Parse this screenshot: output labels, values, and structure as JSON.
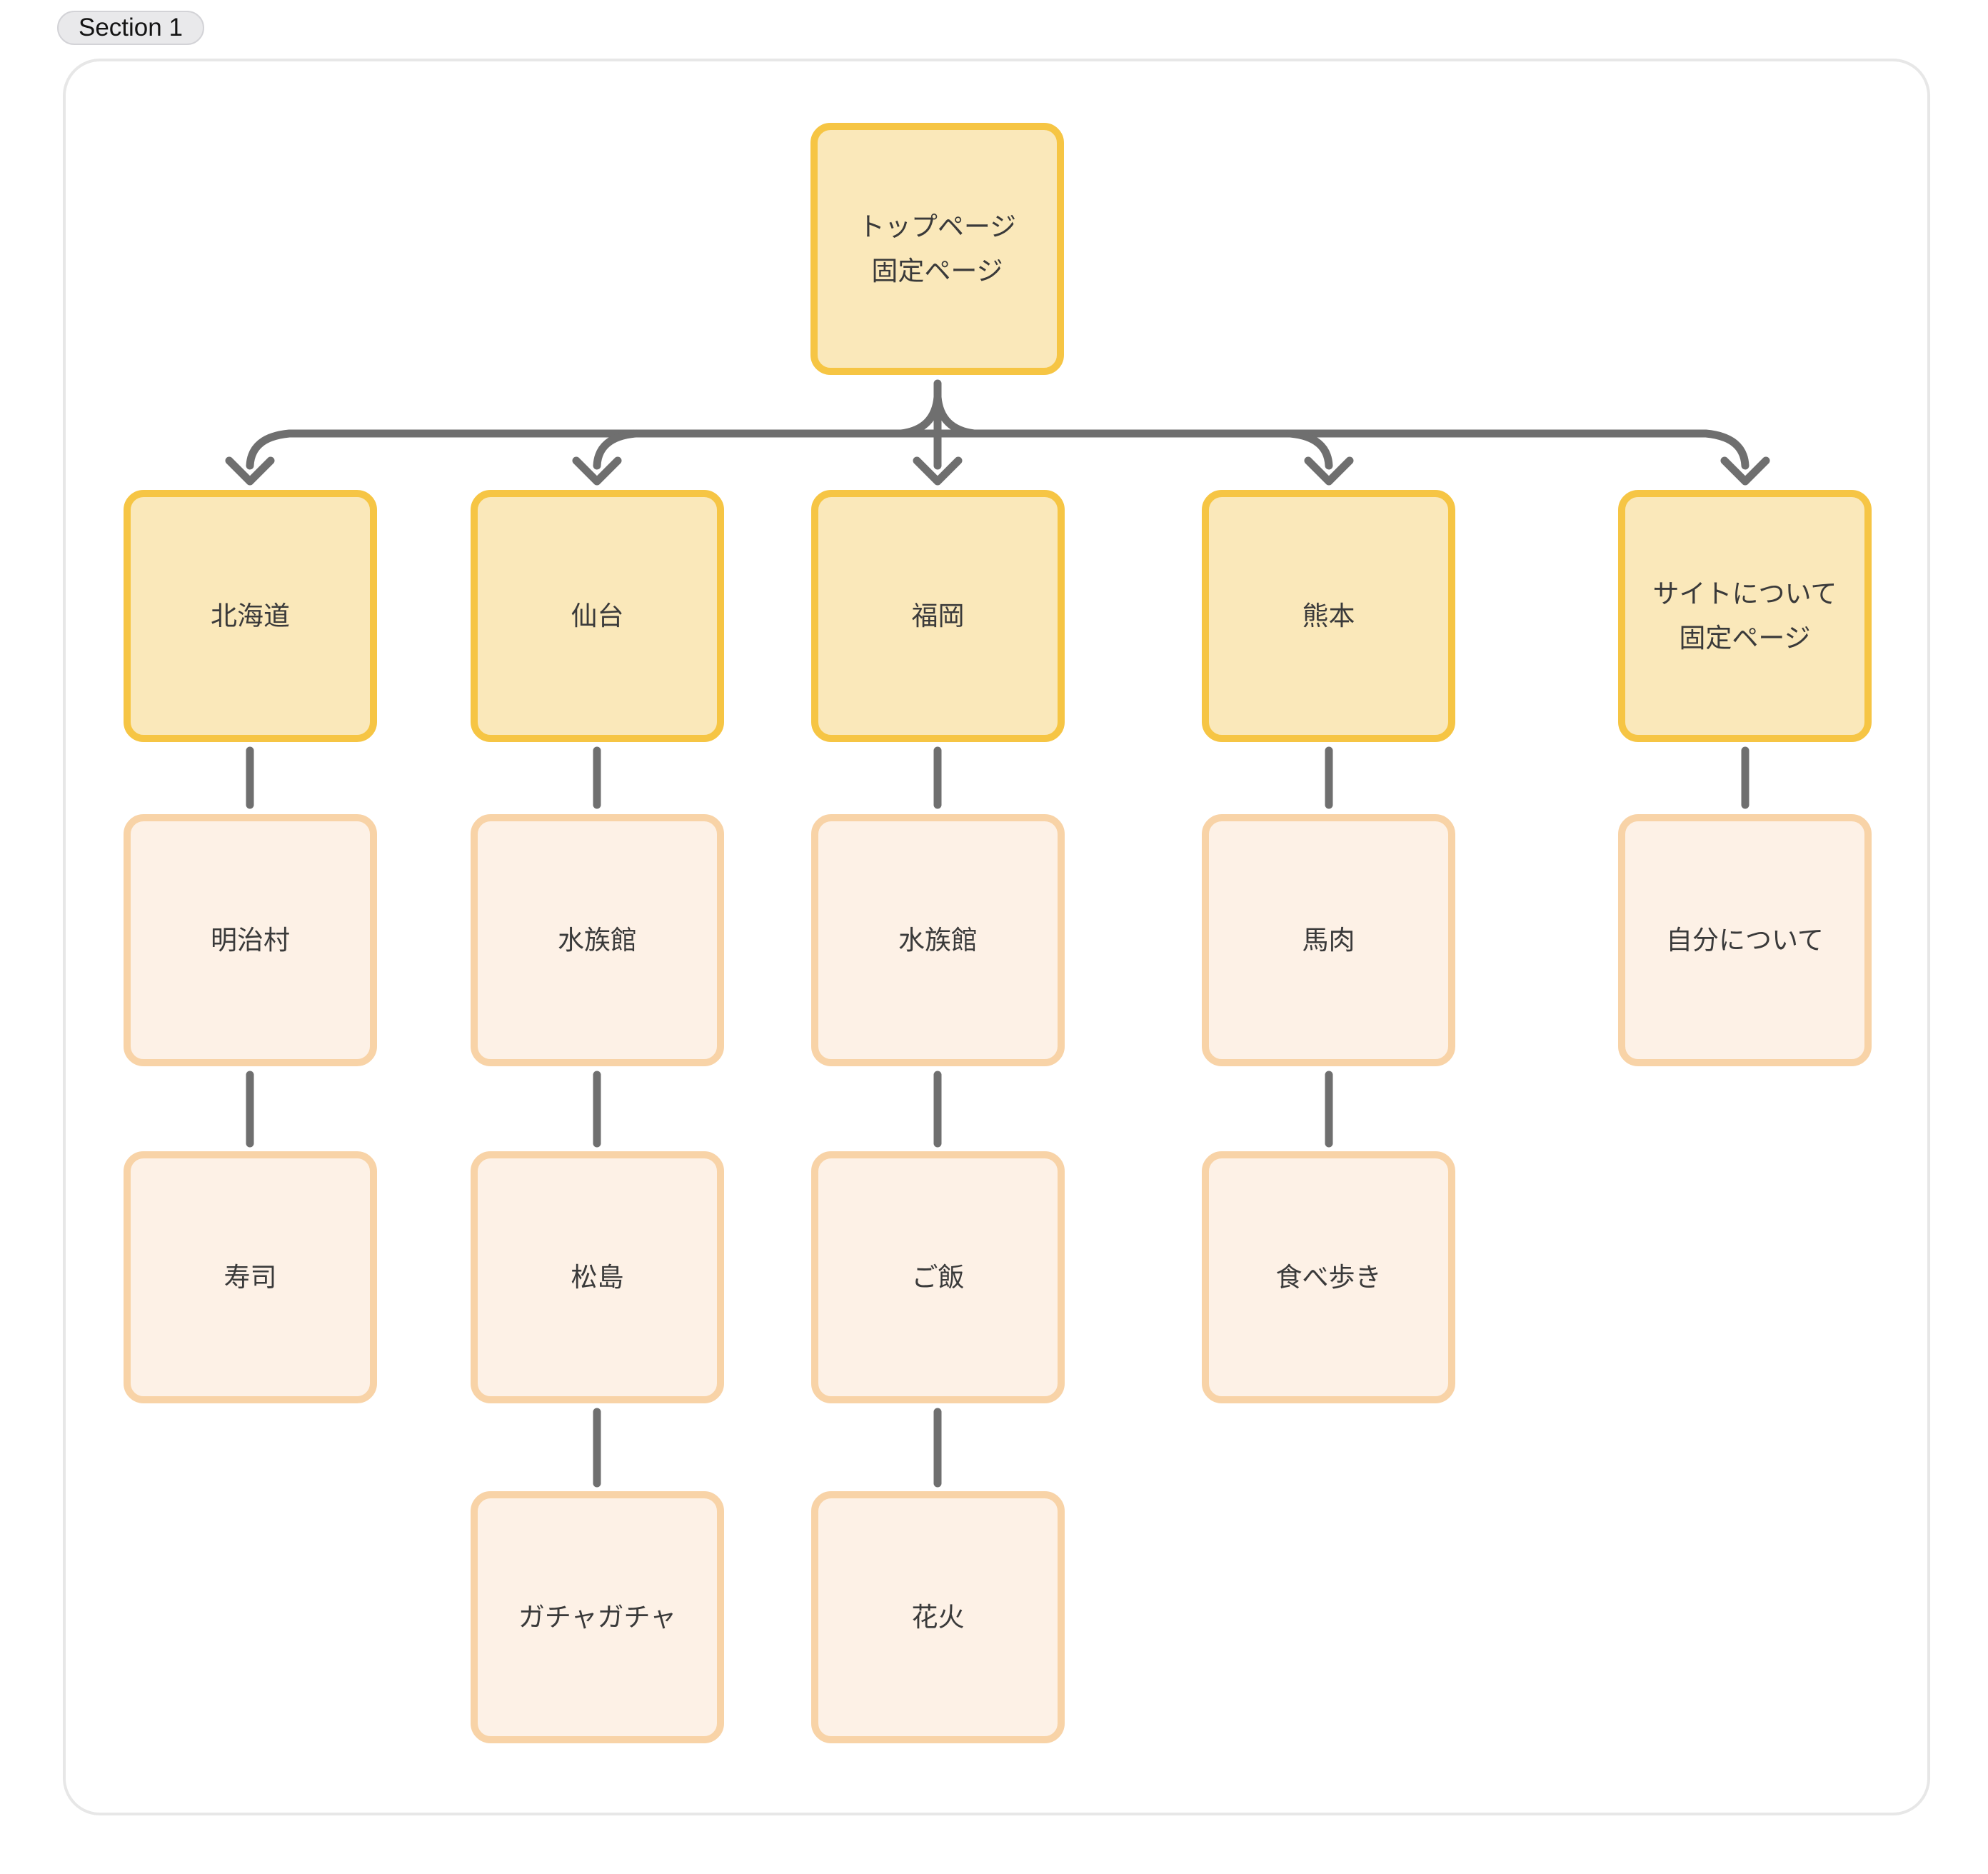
{
  "section": {
    "label": "Section 1"
  },
  "colors": {
    "yellow_fill": "#FAE8BA",
    "yellow_border": "#F6C544",
    "peach_fill": "#FDF1E6",
    "peach_border": "#F8D3A7",
    "line_gray": "#6F6F6F",
    "frame_border": "#E7E7E7",
    "pill_bg": "#E9E9EB",
    "pill_border": "#D3D3D7",
    "text": "#3A3A3A",
    "page_bg": "#FFFFFF"
  },
  "nodes": {
    "top": {
      "lines": [
        "トップページ",
        "固定ページ"
      ]
    },
    "hokkaido": {
      "label": "北海道"
    },
    "sendai": {
      "label": "仙台"
    },
    "fukuoka": {
      "label": "福岡"
    },
    "kumamoto": {
      "label": "熊本"
    },
    "site_about": {
      "lines": [
        "サイトについて",
        "固定ページ"
      ]
    },
    "meijimura": {
      "label": "明治村"
    },
    "aquarium_sendai": {
      "label": "水族館"
    },
    "aquarium_fukuoka": {
      "label": "水族館"
    },
    "baniku": {
      "label": "馬肉"
    },
    "about_me": {
      "label": "自分について"
    },
    "sushi": {
      "label": "寿司"
    },
    "matsushima": {
      "label": "松島"
    },
    "gohan": {
      "label": "ご飯"
    },
    "tabearuki": {
      "label": "食べ歩き"
    },
    "gachagacha": {
      "label": "ガチャガチャ"
    },
    "hanabi": {
      "label": "花火"
    }
  }
}
